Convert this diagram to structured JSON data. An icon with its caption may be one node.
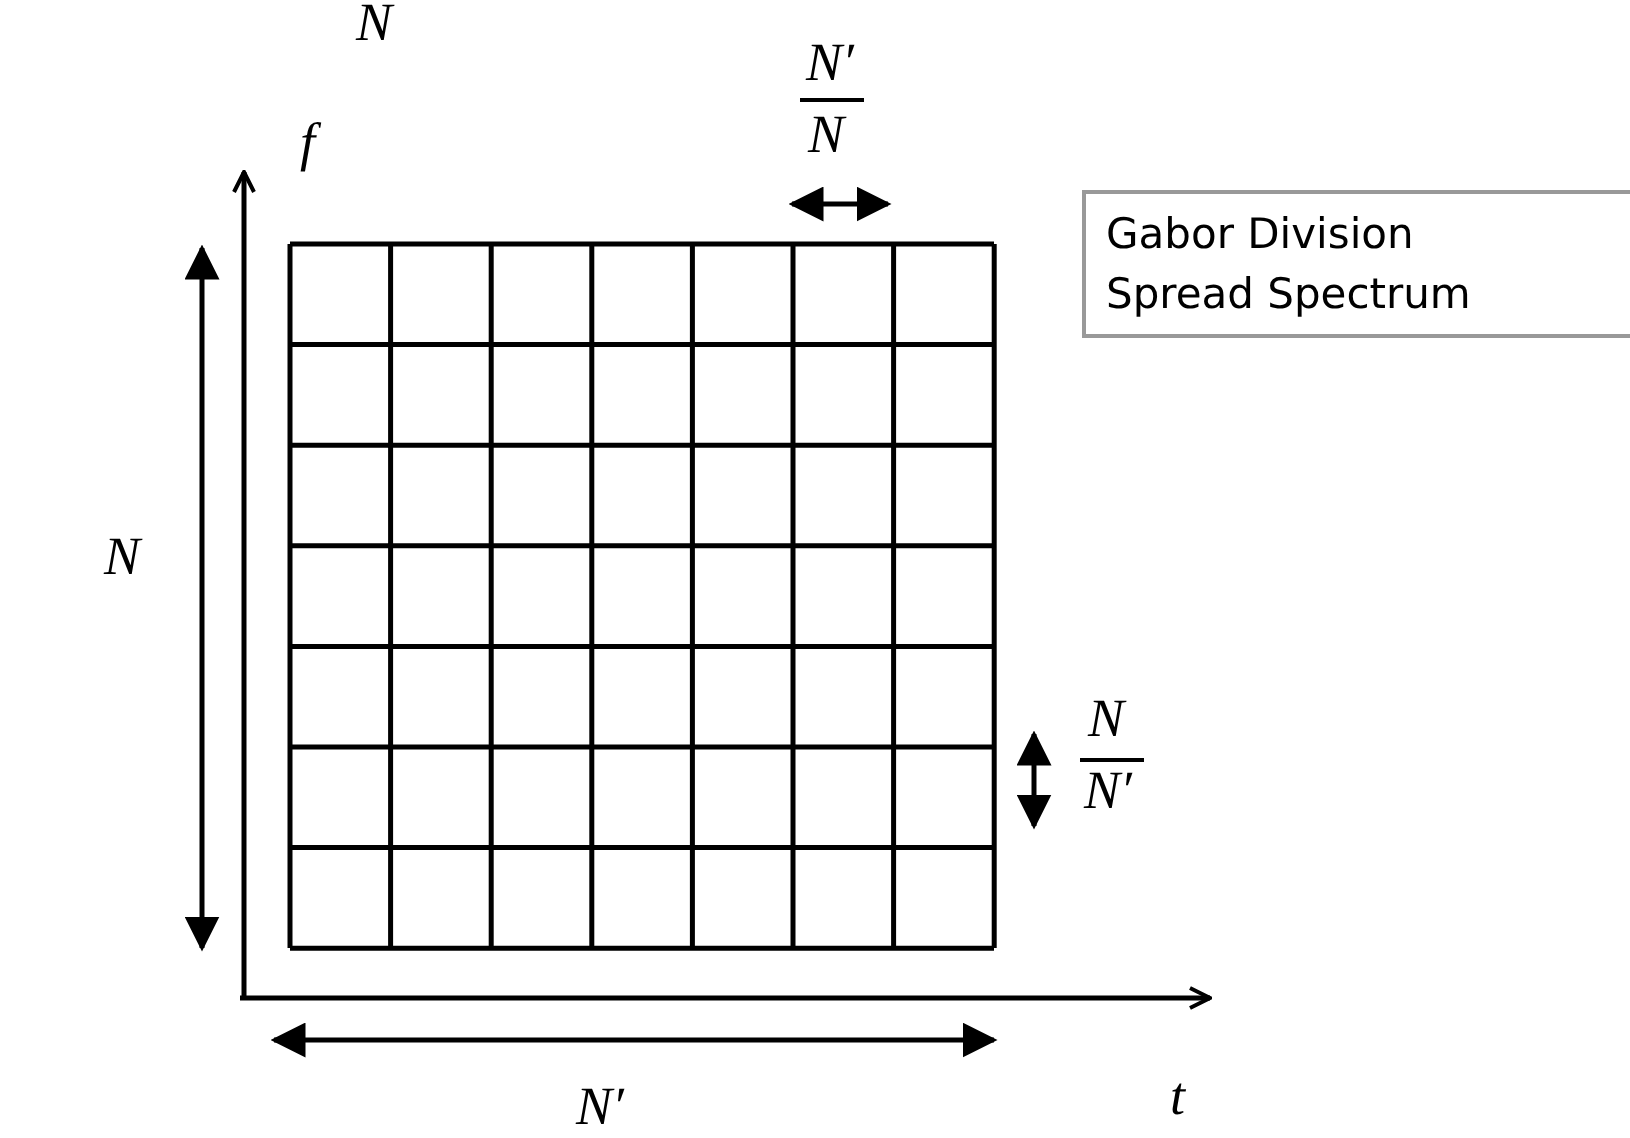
{
  "diagram": {
    "nodes": [
      {
        "text": [
          "Gabor Division Spread Spectrum"
        ]
      }
    ],
    "edges": [],
    "labels": [
      "N",
      "f",
      "N′",
      "N",
      "N",
      "N",
      "N′",
      "t",
      "N′"
    ]
  }
}
